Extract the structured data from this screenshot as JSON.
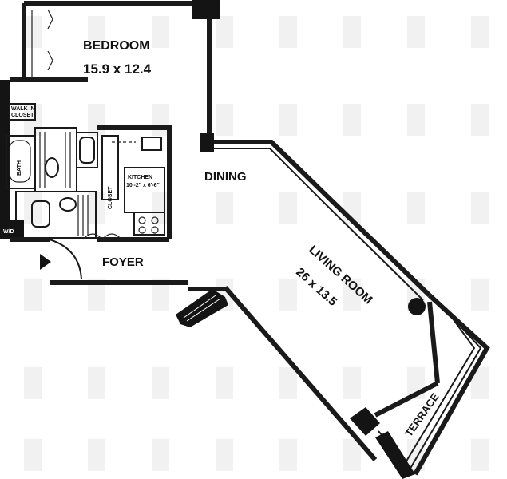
{
  "rooms": {
    "bedroom": {
      "name": "BEDROOM",
      "dims": "15.9 x 12.4"
    },
    "dining": {
      "name": "DINING"
    },
    "kitchen": {
      "name": "KITCHEN",
      "dims": "10'-2\" x 6'-6\""
    },
    "foyer": {
      "name": "FOYER"
    },
    "living_room": {
      "name": "LIVING ROOM",
      "dims": "26 x 13.5"
    },
    "terrace": {
      "name": "TERRACE"
    }
  },
  "small_labels": {
    "walk_in_closet": "WALK IN",
    "walk_in_closet_2": "CLOSET",
    "bath_label": "BATH",
    "closet": "CLOSET",
    "washer_dryer": "W/D"
  },
  "colors": {
    "ink": "#141414",
    "paper": "#ffffff",
    "watermark": "#e6e6e6"
  }
}
